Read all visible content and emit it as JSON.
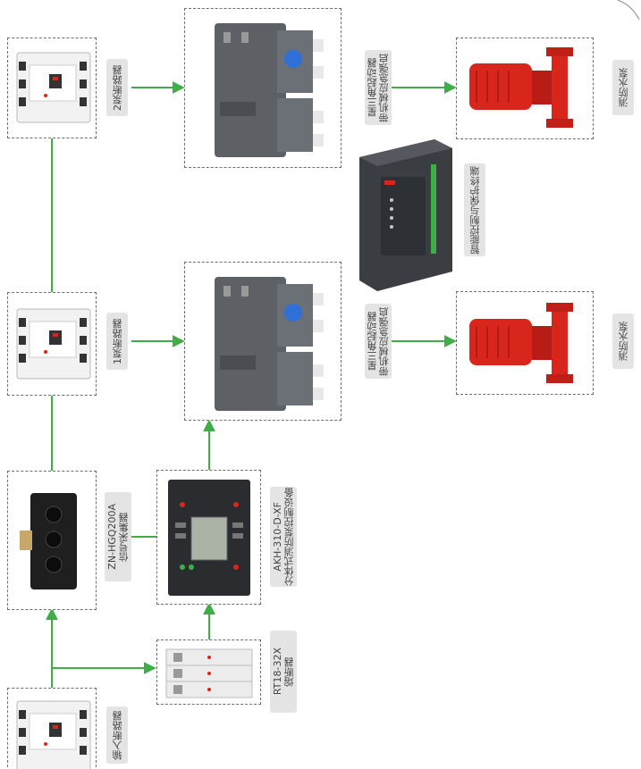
{
  "labels": {
    "pump2_breaker": "2泵断路器",
    "pump1_breaker": "1泵断路器",
    "input_breaker": "输入断路器",
    "starter_top_line1": "星三角起动器",
    "starter_top_line2": "带机械应急强启",
    "starter_bot_line1": "星三角起动器",
    "starter_bot_line2": "带机械应急强启",
    "pump_top": "消防水泵",
    "pump_bot": "消防水泵",
    "controller": "智能控制与保护终端",
    "collector_line1": "ZN-HGQ200A",
    "collector_line2": "信号采集器",
    "panel_line1": "AKH-310-D-XF",
    "panel_line2": "分体式消防泵控制设备",
    "fuse_line1": "RT18-32X",
    "fuse_line2": "熔断器"
  },
  "colors": {
    "wire": "#3fae49",
    "pump_red": "#d9261c",
    "starter_gray": "#5d6166",
    "controller_dark": "#3a3d42",
    "label_bg": "#e4e4e4"
  }
}
